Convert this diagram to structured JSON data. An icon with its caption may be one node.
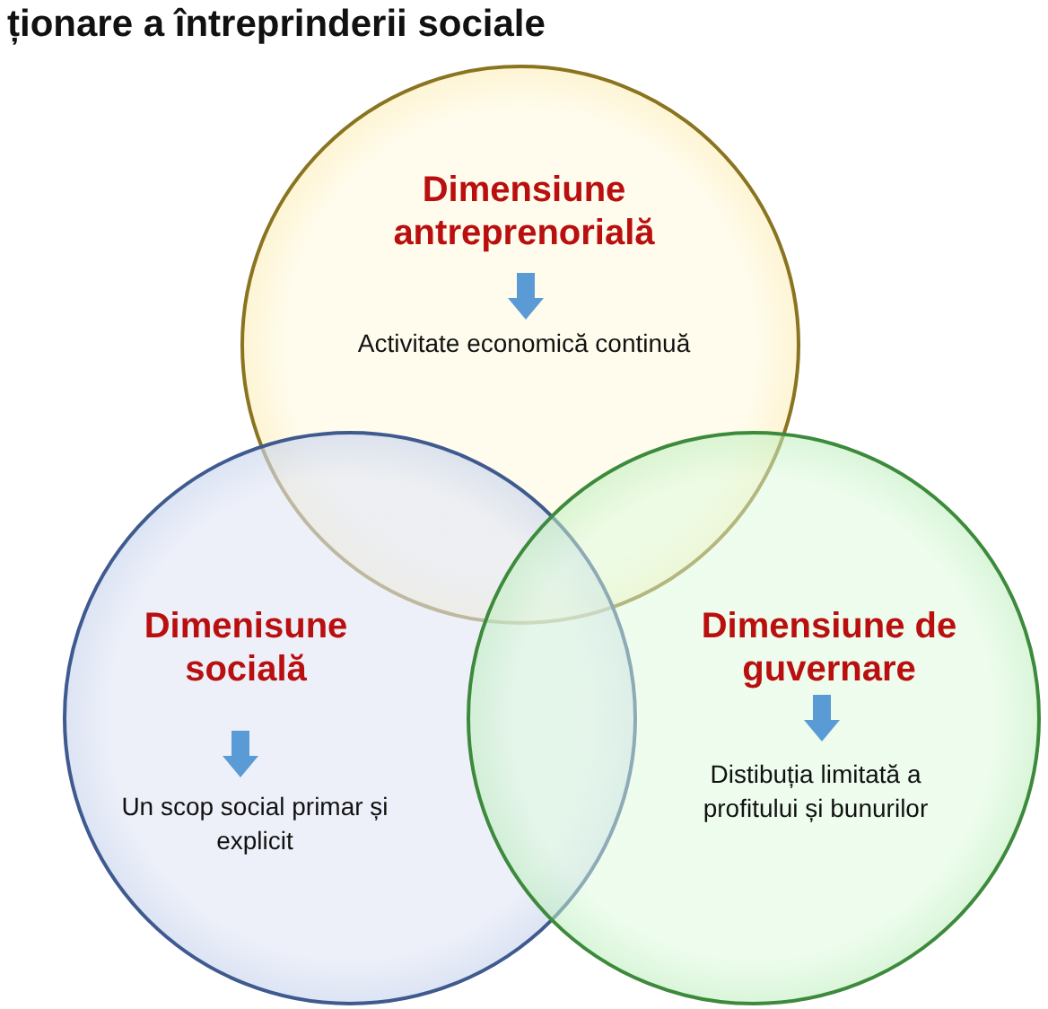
{
  "diagram": {
    "title": "ționare a întreprinderii sociale",
    "nodes": [
      {
        "text": [
          "Dimensiune antreprenorială",
          "Activitate economică continuă"
        ]
      },
      {
        "text": [
          "Dimenisune socială",
          "Un scop social primar și explicit"
        ]
      },
      {
        "text": [
          "Dimensiune de guvernare",
          "Distibuția limitată a profitului și bunurilor"
        ]
      }
    ],
    "edges": []
  }
}
